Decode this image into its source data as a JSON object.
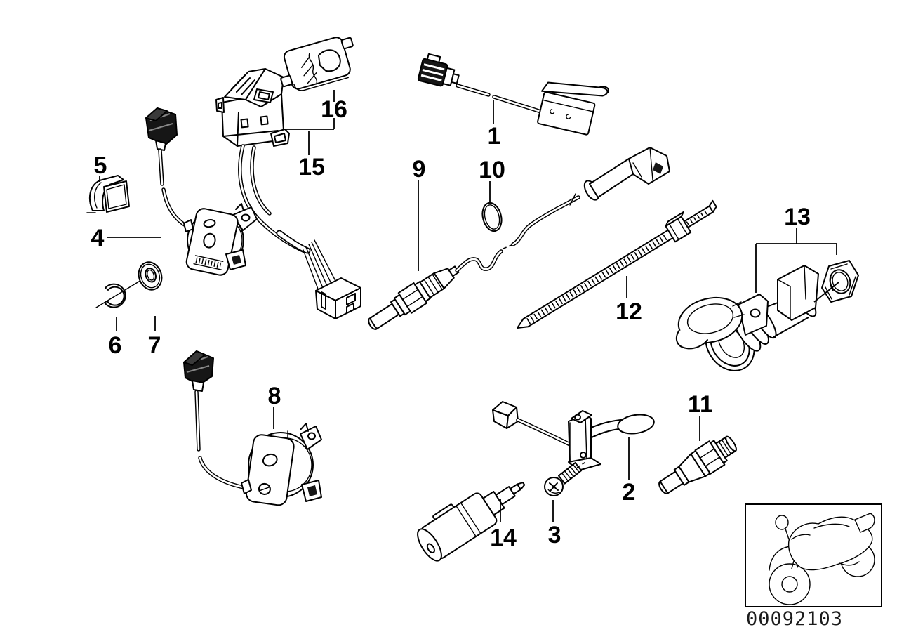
{
  "diagram": {
    "background_color": "#ffffff",
    "line_color": "#000000",
    "callouts": [
      {
        "number": "1",
        "part": "micro-switch-with-cable"
      },
      {
        "number": "2",
        "part": "side-stand-switch"
      },
      {
        "number": "3",
        "part": "fillister-head-screw"
      },
      {
        "number": "4",
        "part": "ignition-switch-with-cable"
      },
      {
        "number": "5",
        "part": "retaining-clip"
      },
      {
        "number": "6",
        "part": "snap-ring"
      },
      {
        "number": "7",
        "part": "washer"
      },
      {
        "number": "8",
        "part": "ignition-switch-with-cable-2"
      },
      {
        "number": "9",
        "part": "oxygen-sensor"
      },
      {
        "number": "10",
        "part": "sealing-ring"
      },
      {
        "number": "11",
        "part": "oil-pressure-switch"
      },
      {
        "number": "12",
        "part": "cable-strap"
      },
      {
        "number": "13",
        "part": "power-socket-with-nut"
      },
      {
        "number": "14",
        "part": "accessory-plug"
      },
      {
        "number": "15",
        "part": "rocker-switch"
      },
      {
        "number": "16",
        "part": "switch-cap-fog-light"
      }
    ],
    "thumbnail": {
      "icon": "motorcycle-icon",
      "drawing_number": "00092103"
    }
  }
}
